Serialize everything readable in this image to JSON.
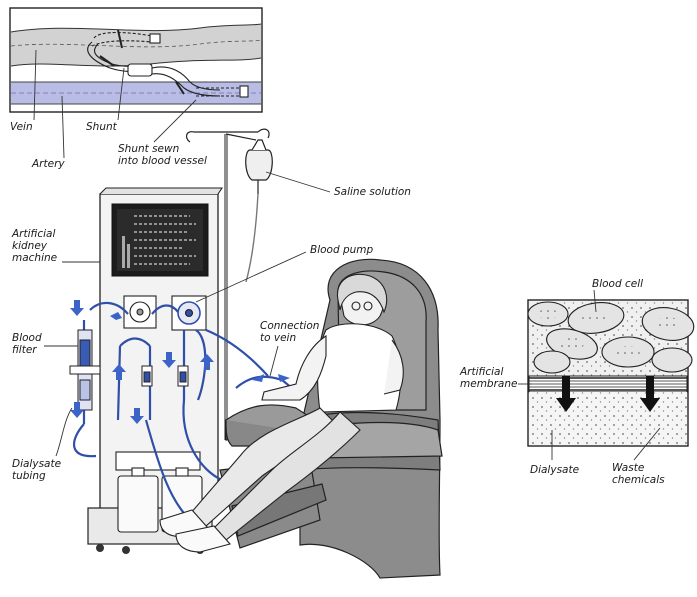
{
  "labels": {
    "vein": "Vein",
    "shunt": "Shunt",
    "shunt_sewn": "Shunt sewn\ninto blood vessel",
    "artery": "Artery",
    "saline_solution": "Saline solution",
    "artificial_kidney_machine": "Artificial\nkidney\nmachine",
    "blood_pump": "Blood pump",
    "connection_to_vein": "Connection\nto vein",
    "blood_filter": "Blood\nfilter",
    "dialysate_tubing": "Dialysate\ntubing",
    "blood_cell": "Blood cell",
    "artificial_membrane": "Artificial\nmembrane",
    "dialysate": "Dialysate",
    "waste_chemicals": "Waste\nchemicals"
  },
  "colors": {
    "vein_fill": "#d2d2d2",
    "artery_fill": "#b9bde6",
    "tubing_blue": "#2f4fa8",
    "flow_arrow_blue": "#3c64c8",
    "outline": "#222222"
  }
}
